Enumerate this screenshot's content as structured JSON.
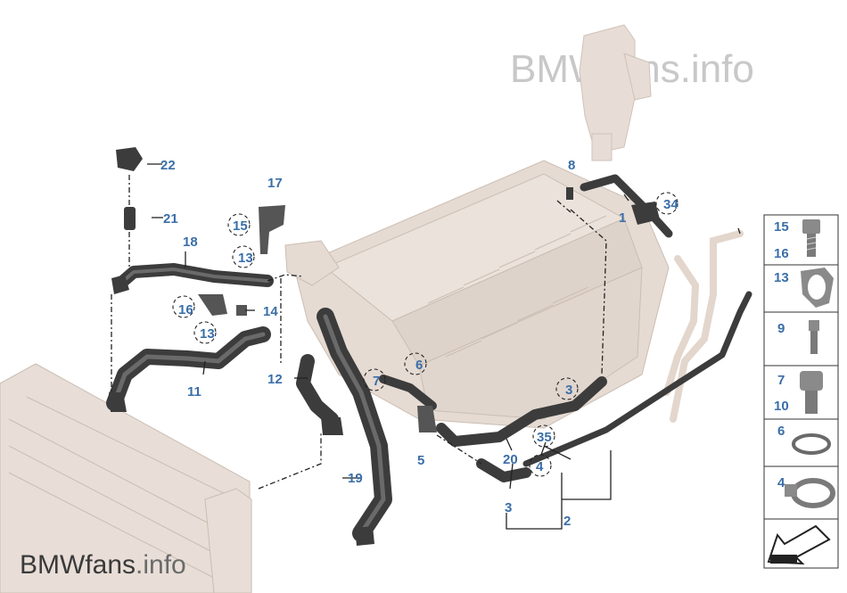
{
  "watermark": {
    "brand": "BMWfans",
    "tld": ".info"
  },
  "callouts": {
    "c1": "1",
    "c2": "2",
    "c3a": "3",
    "c3b": "3",
    "c4": "4",
    "c5": "5",
    "c6": "6",
    "c7": "7",
    "c8": "8",
    "c11": "11",
    "c12": "12",
    "c13a": "13",
    "c13b": "13",
    "c14": "14",
    "c15": "15",
    "c16": "16",
    "c17": "17",
    "c18": "18",
    "c19": "19",
    "c20": "20",
    "c21": "21",
    "c22": "22",
    "c34": "34",
    "c35": "35"
  },
  "legend": {
    "l15": "15",
    "l16": "16",
    "l13": "13",
    "l9": "9",
    "l7": "7",
    "l10": "10",
    "l6": "6",
    "l4": "4"
  },
  "colors": {
    "label": "#3a6ea8",
    "hose": "#3c3c3c",
    "engine": "#e3d9d1"
  }
}
